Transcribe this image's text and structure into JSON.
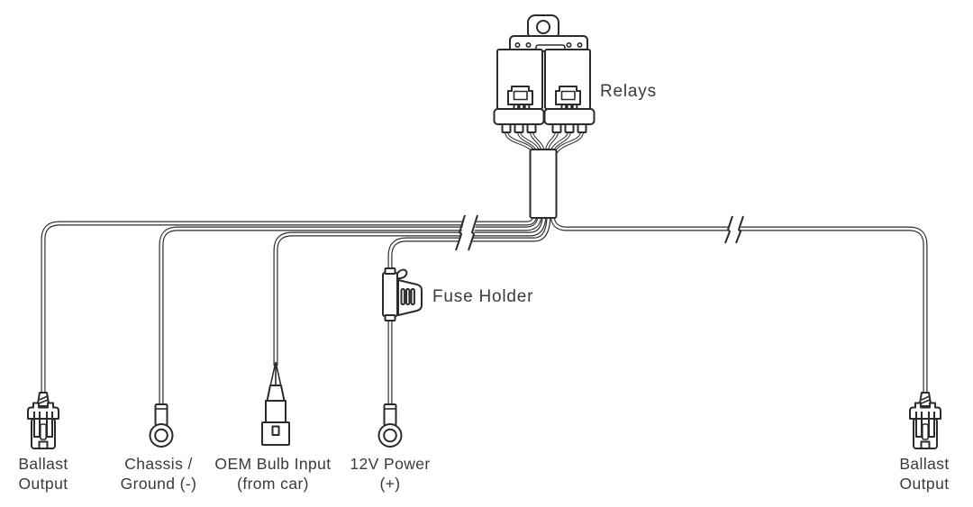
{
  "colors": {
    "background": "#ffffff",
    "line": "#2b2b2b",
    "text": "#3a3a3a"
  },
  "labels": {
    "relays": "Relays",
    "fuse_holder": "Fuse Holder",
    "ballast_output_left": {
      "line1": "Ballast",
      "line2": "Output"
    },
    "chassis_ground": {
      "line1": "Chassis /",
      "line2": "Ground (-)"
    },
    "oem_bulb_input": {
      "line1": "OEM Bulb Input",
      "line2": "(from car)"
    },
    "power_12v": {
      "line1": "12V Power",
      "line2": "(+)"
    },
    "ballast_output_right": {
      "line1": "Ballast",
      "line2": "Output"
    }
  }
}
